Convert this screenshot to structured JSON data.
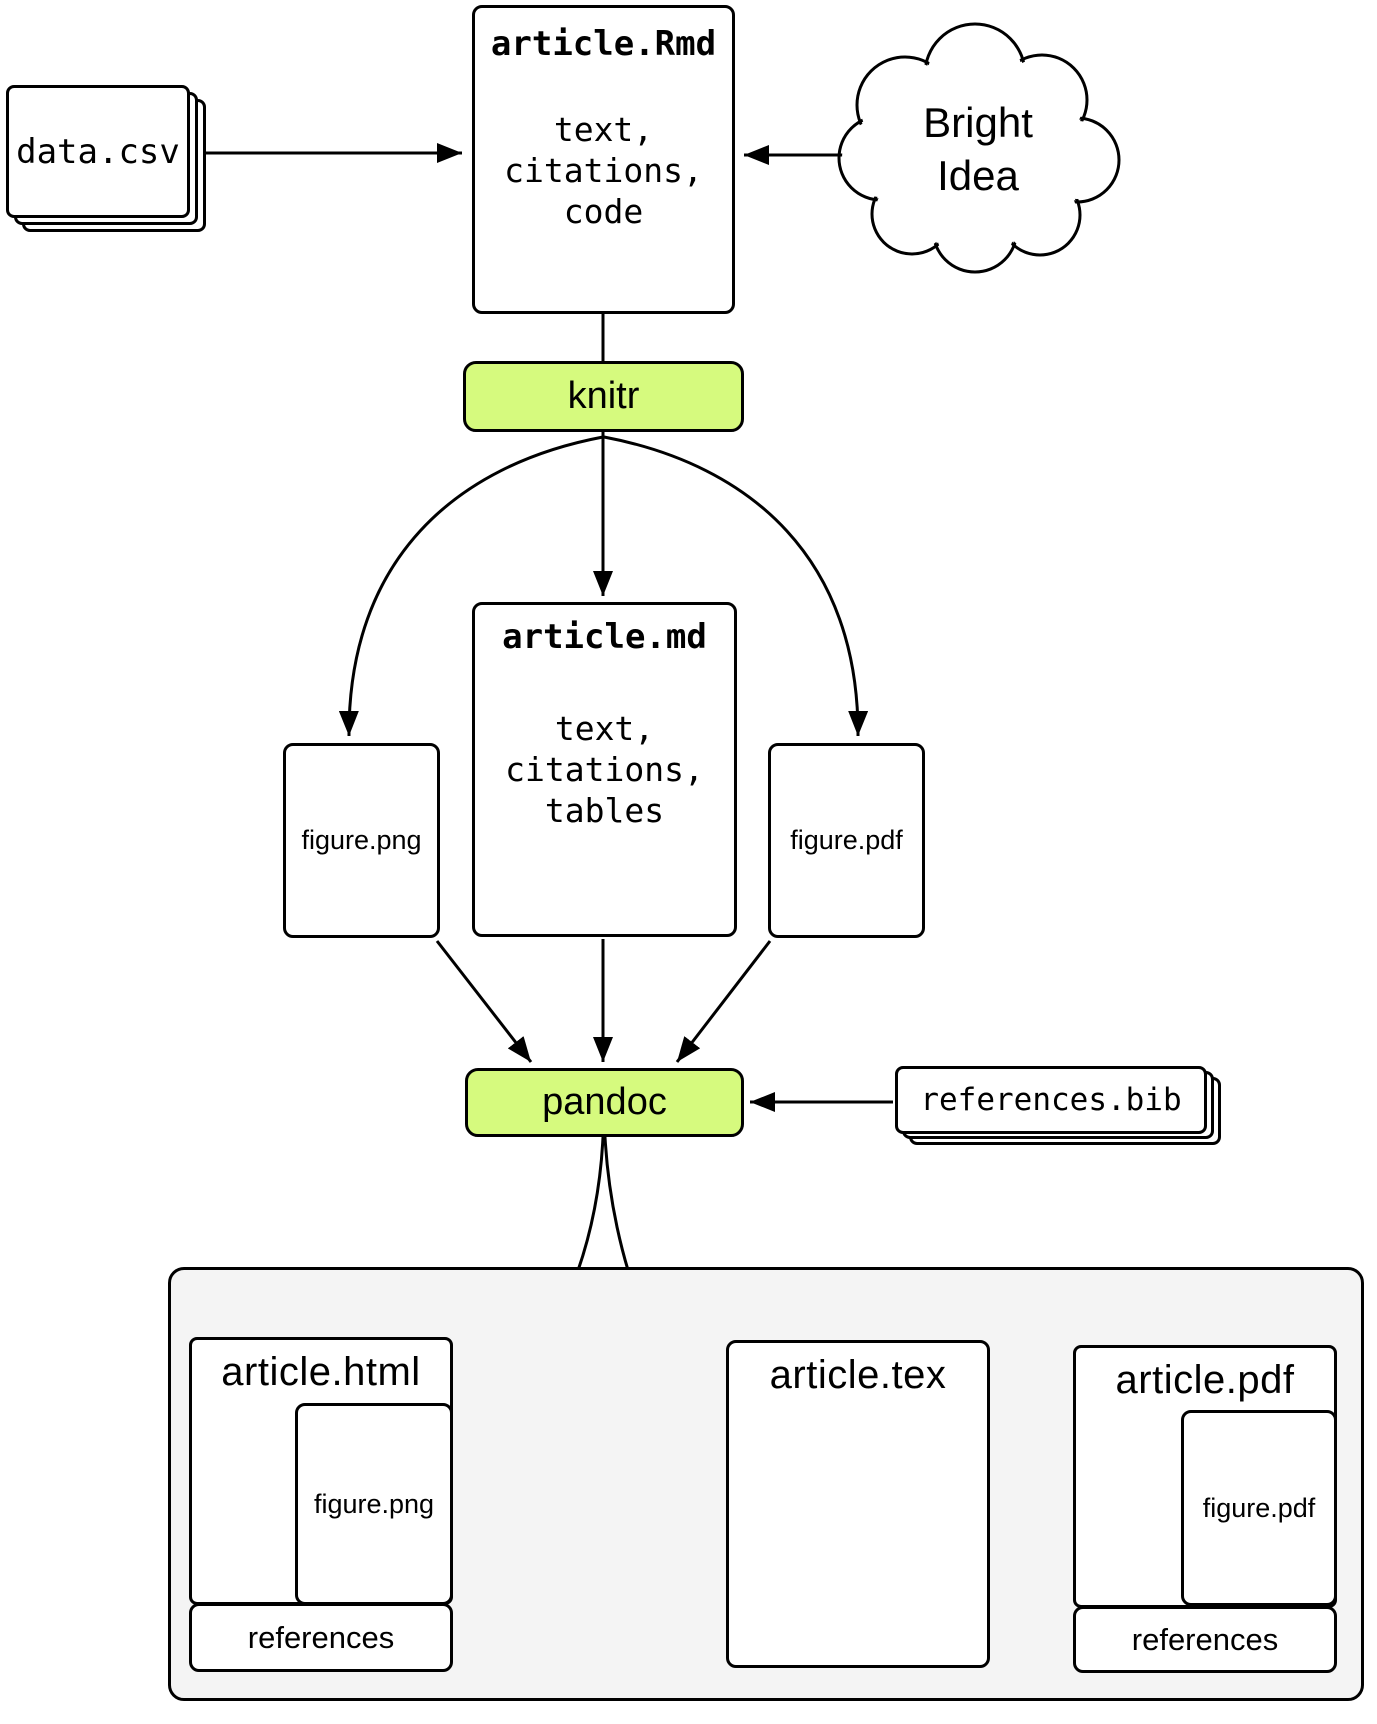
{
  "nodes": {
    "data_csv": {
      "label": "data.csv"
    },
    "article_rmd": {
      "title": "article.Rmd",
      "body": "text,\ncitations,\ncode"
    },
    "bright_idea": {
      "label": "Bright\nIdea"
    },
    "knitr": {
      "label": "knitr"
    },
    "article_md": {
      "title": "article.md",
      "body": "text,\ncitations,\ntables"
    },
    "figure_png": {
      "label": "figure.png"
    },
    "figure_pdf": {
      "label": "figure.pdf"
    },
    "pandoc": {
      "label": "pandoc"
    },
    "references_bib": {
      "label": "references.bib"
    },
    "outputs": {
      "article_html": {
        "title": "article.html",
        "figure": "figure.png",
        "references": "references"
      },
      "article_tex": {
        "title": "article.tex"
      },
      "article_pdf": {
        "title": "article.pdf",
        "figure": "figure.pdf",
        "references": "references"
      }
    }
  },
  "colors": {
    "process_fill": "#d6fa7e",
    "container_fill": "#f4f4f4",
    "line": "#000000",
    "paper": "#ffffff"
  }
}
